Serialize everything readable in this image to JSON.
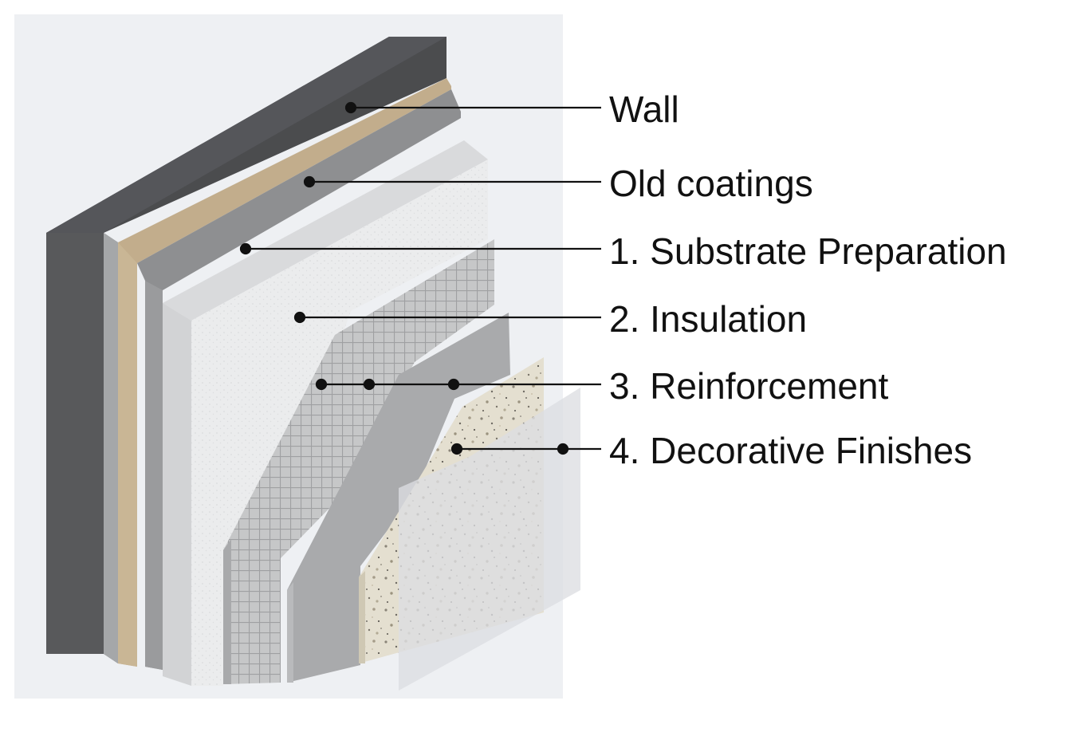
{
  "diagram": {
    "colors": {
      "background": "#eef0f3",
      "wall": "#4f5052",
      "old_coatings": "#c1ac8c",
      "substrate": "#8f9091",
      "insulation": "#e9eaeb",
      "reinforcement_mesh": "#bfc0c1",
      "base_coat": "#a8a9ab",
      "decorative_finish": "#e2dccb",
      "glass_film": "#dfe1e4",
      "leader_line": "#111111"
    },
    "labels": [
      {
        "id": "wall",
        "text": "Wall"
      },
      {
        "id": "old-coatings",
        "text": "Old coatings"
      },
      {
        "id": "substrate-preparation",
        "text": "1. Substrate Preparation"
      },
      {
        "id": "insulation",
        "text": "2. Insulation"
      },
      {
        "id": "reinforcement",
        "text": "3. Reinforcement"
      },
      {
        "id": "decorative-finishes",
        "text": "4. Decorative Finishes"
      }
    ]
  }
}
